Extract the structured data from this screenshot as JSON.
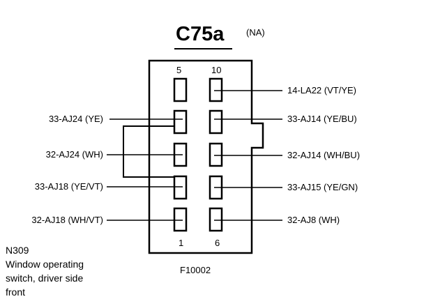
{
  "connector": {
    "name": "C75a",
    "variant": "(NA)",
    "figure_id": "F10002",
    "pin_top_left": "5",
    "pin_top_right": "10",
    "pin_bottom_left": "1",
    "pin_bottom_right": "6"
  },
  "left_wires": [
    "33-AJ24 (YE)",
    "32-AJ24 (WH)",
    "33-AJ18 (YE/VT)",
    "32-AJ18 (WH/VT)"
  ],
  "right_wires": [
    "14-LA22 (VT/YE)",
    "33-AJ14 (YE/BU)",
    "32-AJ14 (WH/BU)",
    "33-AJ15 (YE/GN)",
    "32-AJ8 (WH)"
  ],
  "component": {
    "code": "N309",
    "description_lines": [
      "Window operating",
      "switch, driver side",
      "front"
    ]
  }
}
